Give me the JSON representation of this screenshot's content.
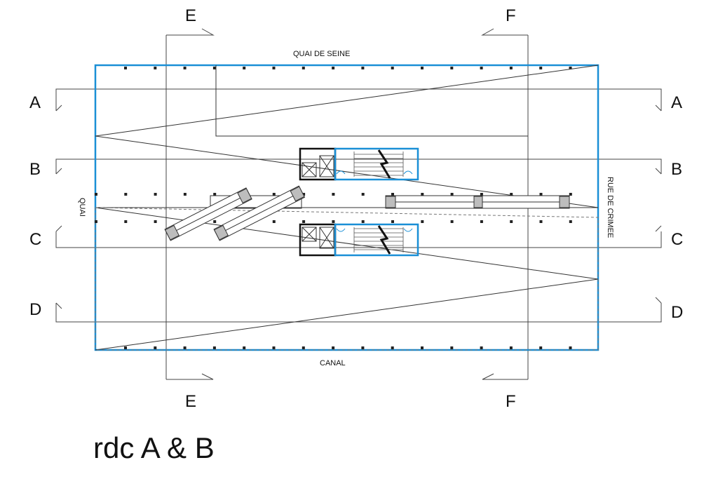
{
  "plan": {
    "caption": "rdc A & B",
    "streets": {
      "north": "QUAI DE SEINE",
      "south": "CANAL",
      "west": "QUAI",
      "east": "RUE DE CRIMEE"
    },
    "section_marks": {
      "left": [
        "A",
        "B",
        "C",
        "D"
      ],
      "right": [
        "A",
        "B",
        "C",
        "D"
      ],
      "top": [
        "E",
        "F"
      ],
      "bottom": [
        "E",
        "F"
      ]
    },
    "colors": {
      "outline_blue": "#1a8fd6",
      "line_dark": "#333333",
      "grey_fill": "#bdbdbd"
    }
  }
}
